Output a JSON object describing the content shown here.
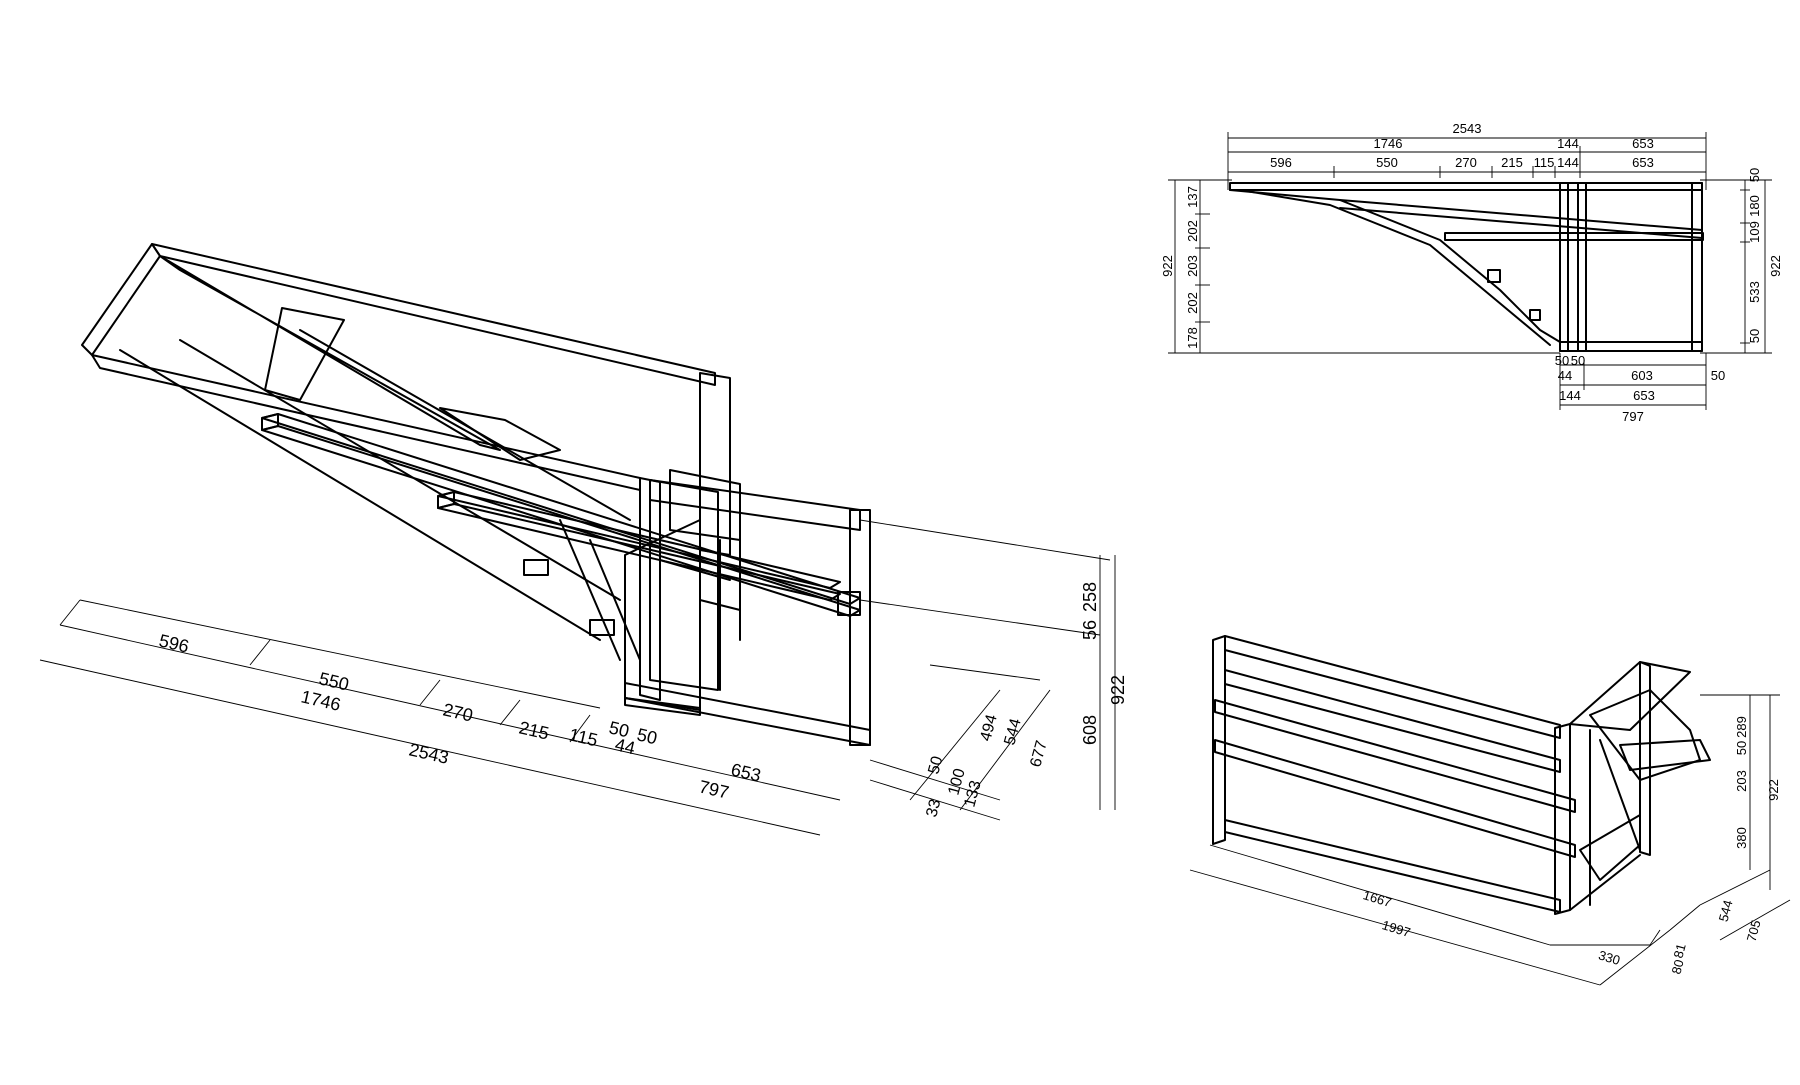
{
  "dimensions": {
    "iso": {
      "front": [
        "596",
        "550",
        "1746",
        "270",
        "215",
        "115",
        "50",
        "50",
        "44",
        "2543",
        "653",
        "797"
      ],
      "depth": [
        "50",
        "100",
        "33",
        "133",
        "494",
        "544",
        "677"
      ],
      "height": [
        "258",
        "56",
        "608",
        "922"
      ]
    },
    "top": {
      "top": [
        "2543",
        "1746",
        "144",
        "653",
        "596",
        "550",
        "270",
        "215",
        "115",
        "144",
        "653"
      ],
      "left": [
        "922",
        "137",
        "202",
        "203",
        "202",
        "178"
      ],
      "right": [
        "50",
        "180",
        "109",
        "533",
        "50",
        "922"
      ],
      "bottom": [
        "50",
        "50",
        "44",
        "603",
        "50",
        "144",
        "653",
        "797"
      ]
    },
    "back": {
      "length": [
        "1667",
        "1997",
        "330"
      ],
      "depth": [
        "81",
        "80",
        "544",
        "705"
      ],
      "height": [
        "289",
        "50",
        "203",
        "380",
        "922"
      ]
    }
  }
}
